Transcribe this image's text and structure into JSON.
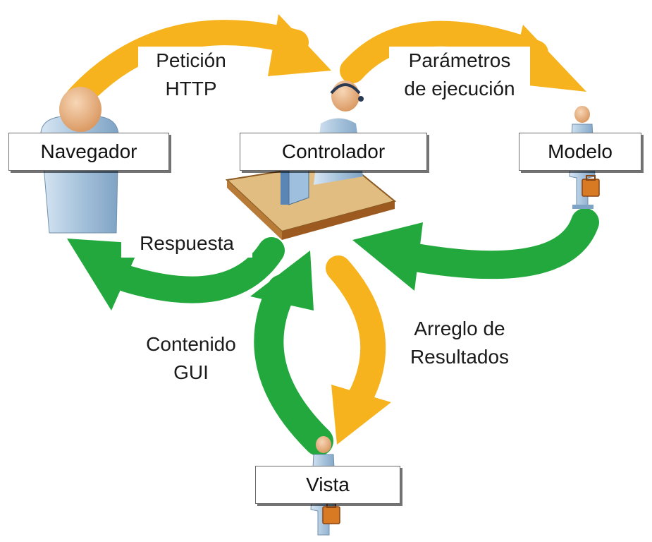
{
  "nodes": {
    "navegador": "Navegador",
    "controlador": "Controlador",
    "modelo": "Modelo",
    "vista": "Vista"
  },
  "edges": {
    "peticion": {
      "line1": "Petición",
      "line2": "HTTP"
    },
    "parametros": {
      "line1": "Parámetros",
      "line2": "de ejecución"
    },
    "respuesta": {
      "line1": "Respuesta"
    },
    "contenido": {
      "line1": "Contenido",
      "line2": "GUI"
    },
    "arreglo": {
      "line1": "Arreglo de",
      "line2": "Resultados"
    }
  },
  "colors": {
    "request_arrow": "#f6b31e",
    "response_arrow": "#22a83d",
    "person_skin": "#e9b48a",
    "person_body": "#a9c4dc",
    "desk": "#e1bd82",
    "briefcase": "#d87a24"
  },
  "icons": [
    "user-icon",
    "operator-icon",
    "desk-icon",
    "briefcase-icon"
  ]
}
